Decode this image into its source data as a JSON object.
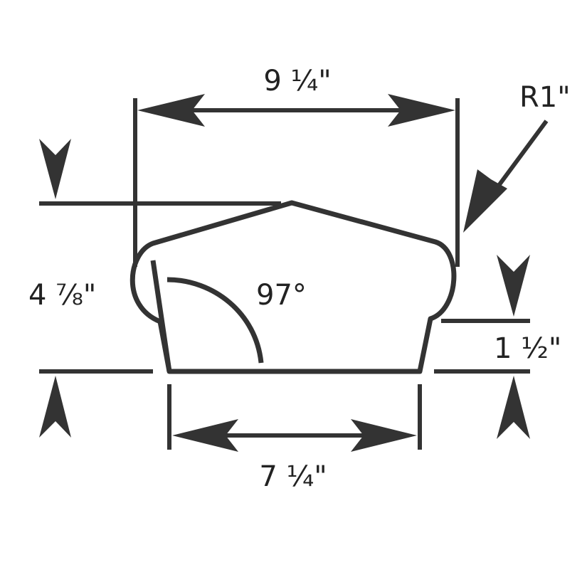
{
  "diagram": {
    "top_width_label": "9 ¼\"",
    "bottom_width_label": "7 ¼\"",
    "height_label": "4 ⅞\"",
    "lower_height_label": "1 ½\"",
    "angle_label": "97°",
    "radius_label": "R1\""
  },
  "colors": {
    "stroke": "#333333",
    "text": "#222222",
    "background": "#ffffff"
  }
}
